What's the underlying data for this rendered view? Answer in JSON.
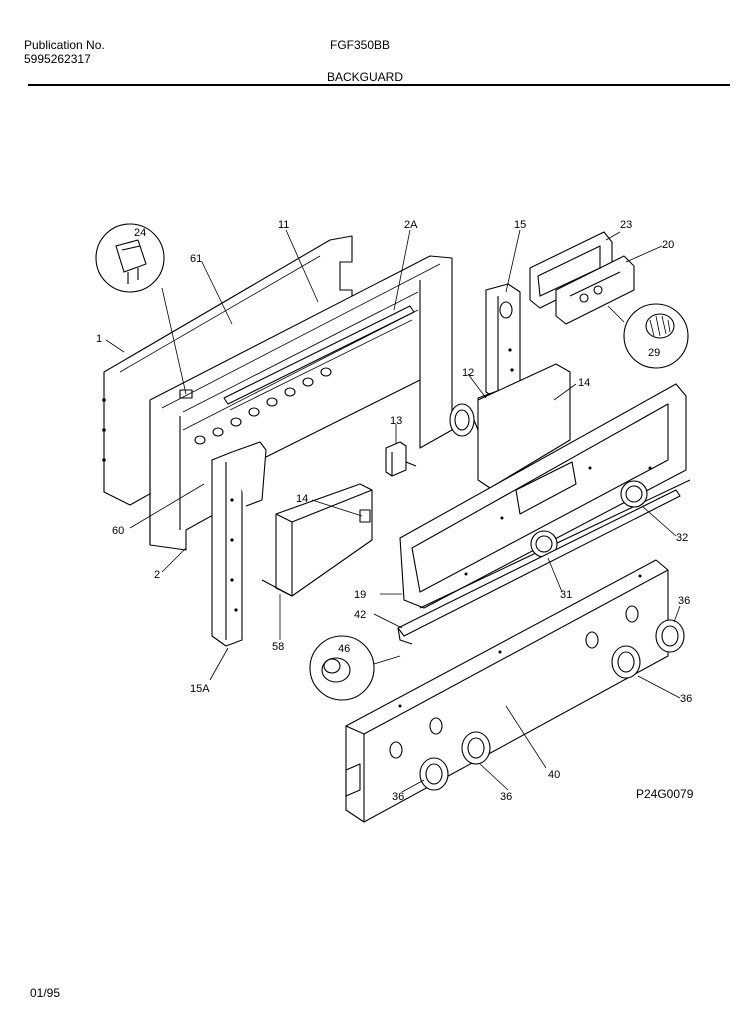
{
  "header": {
    "publication_label": "Publication No.",
    "publication_number": "5995262317",
    "model": "FGF350BB",
    "section": "BACKGUARD"
  },
  "parts": {
    "p1": "1",
    "p2": "2",
    "p2a": "2A",
    "p11": "11",
    "p12": "12",
    "p13": "13",
    "p14a": "14",
    "p14b": "14",
    "p15": "15",
    "p15a": "15A",
    "p19": "19",
    "p20": "20",
    "p23": "23",
    "p24": "24",
    "p29": "29",
    "p31": "31",
    "p32": "32",
    "p36a": "36",
    "p36b": "36",
    "p36c": "36",
    "p36d": "36",
    "p40": "40",
    "p42": "42",
    "p46": "46",
    "p58": "58",
    "p60": "60",
    "p61": "61"
  },
  "footer": {
    "reference_code": "P24G0079",
    "date_code": "01/95"
  }
}
